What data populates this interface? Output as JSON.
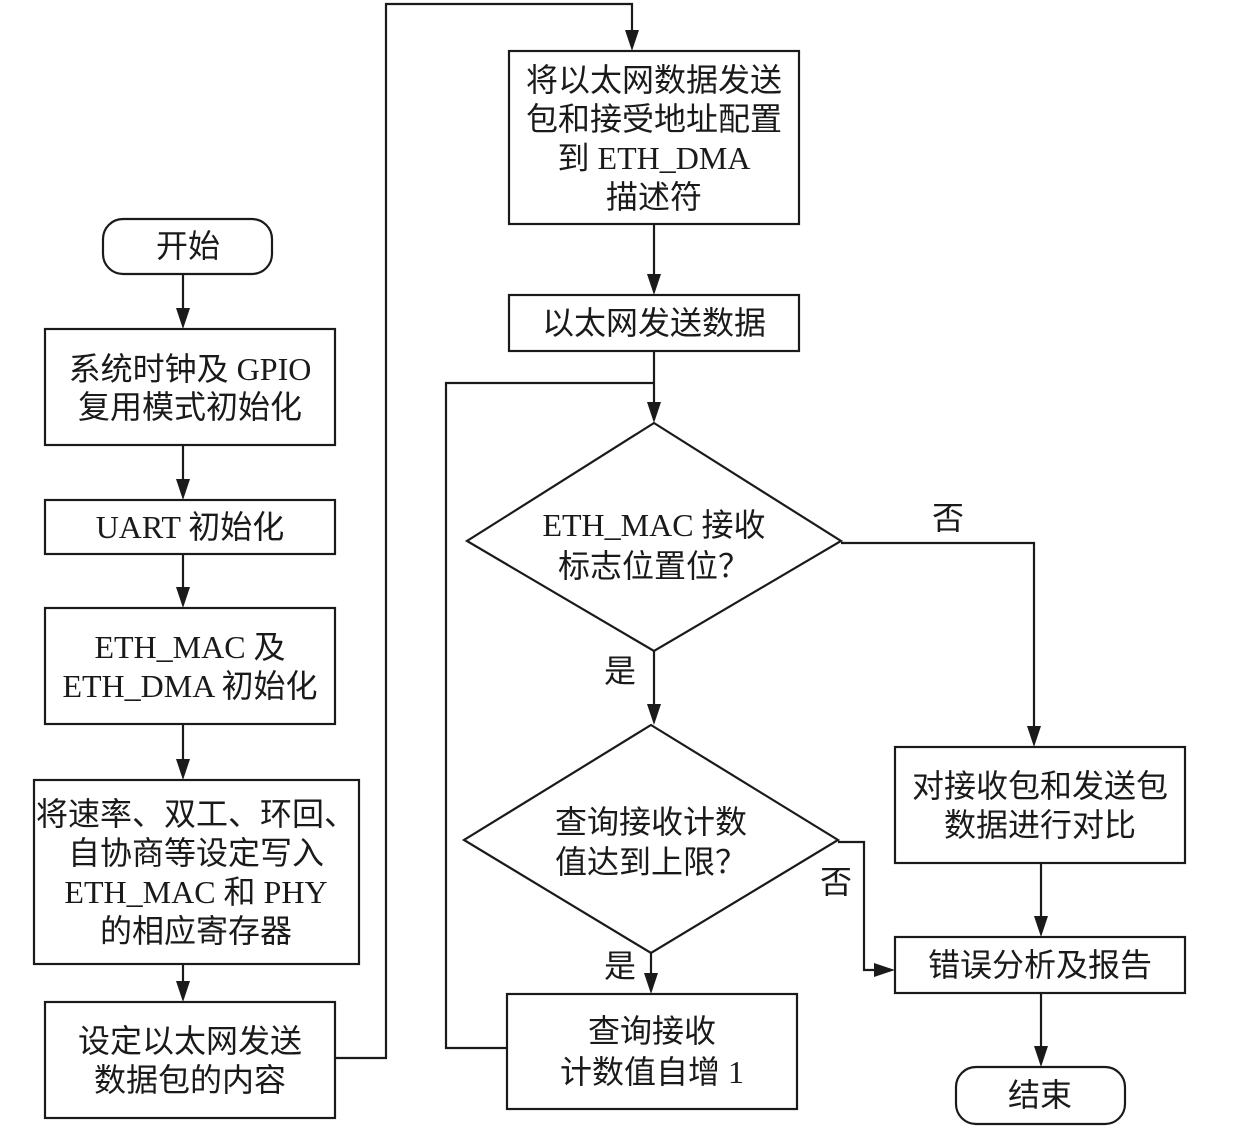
{
  "nodes": {
    "start": [
      "开始"
    ],
    "init_clock": [
      "系统时钟及 GPIO",
      "复用模式初始化"
    ],
    "init_uart": [
      "UART 初始化"
    ],
    "init_eth": [
      "ETH_MAC 及",
      "ETH_DMA 初始化"
    ],
    "write_regs": [
      "将速率、双工、环回、",
      "自协商等设定写入",
      "ETH_MAC 和 PHY",
      "的相应寄存器"
    ],
    "set_content": [
      "设定以太网发送",
      "数据包的内容"
    ],
    "config_desc": [
      "将以太网数据发送",
      "包和接受地址配置",
      "到 ETH_DMA",
      "描述符"
    ],
    "send_data": [
      "以太网发送数据"
    ],
    "check_flag": [
      "ETH_MAC 接收",
      "标志位置位？"
    ],
    "check_limit": [
      "查询接收计数",
      "值达到上限？"
    ],
    "increment": [
      "查询接收",
      "计数值自增 1"
    ],
    "compare": [
      "对接收包和发送包",
      "数据进行对比"
    ],
    "error_report": [
      "错误分析及报告"
    ],
    "end": [
      "结束"
    ]
  },
  "edge_labels": {
    "flag_no": "否",
    "flag_yes": "是",
    "limit_no": "否",
    "limit_yes": "是"
  }
}
